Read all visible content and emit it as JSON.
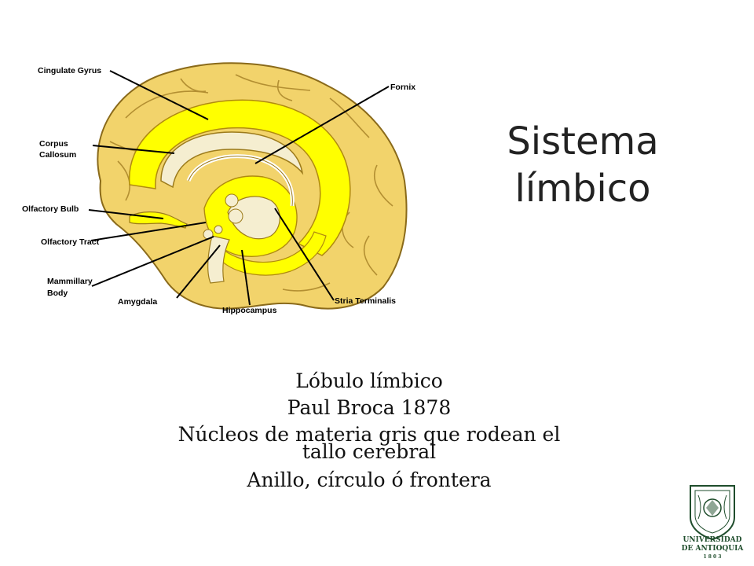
{
  "title_line1": "Sistema",
  "title_line2": "límbico",
  "labels": {
    "cingulate_gyrus": "Cingulate Gyrus",
    "fornix": "Fornix",
    "corpus": "Corpus",
    "callosum": "Callosum",
    "olfactory_bulb": "Olfactory Bulb",
    "olfactory_tract": "Olfactory Tract",
    "mammillary": "Mammillary",
    "body": "Body",
    "amygdala": "Amygdala",
    "hippocampus": "Hippocampus",
    "stria_terminalis": "Stria Terminalis"
  },
  "bullets": {
    "line1": "Lóbulo límbico",
    "line2": "Paul Broca 1878",
    "line3a": "Núcleos de materia gris que rodean el",
    "line3b": "tallo cerebral",
    "line4": "Anillo, círculo ó frontera"
  },
  "logo": {
    "line1": "UNIVERSIDAD",
    "line2": "DE ANTIOQUIA",
    "year": "1 8 0 3"
  },
  "colors": {
    "brain_fill": "#f2d36b",
    "limbic_fill": "#ffff00",
    "logo_green": "#1f4d2c"
  },
  "icons": {
    "brain": "brain-illustration-icon",
    "logo": "university-seal-icon"
  }
}
